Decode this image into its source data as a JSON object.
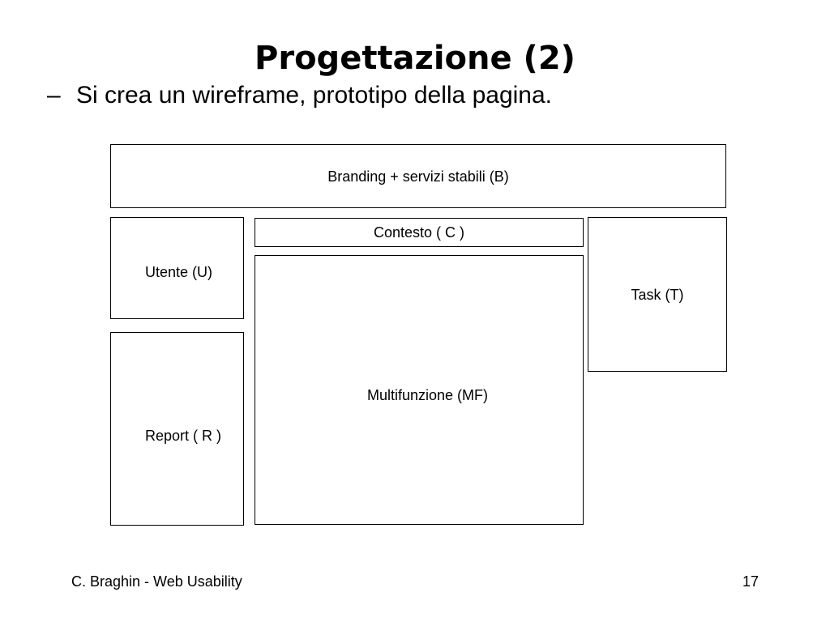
{
  "slide": {
    "title": "Progettazione (2)",
    "bullet_dash": "–",
    "bullet_text": "Si crea un wireframe, prototipo della pagina."
  },
  "wireframe": {
    "branding": "Branding + servizi stabili (B)",
    "context": "Contesto ( C )",
    "user": "Utente (U)",
    "task": "Task (T)",
    "multifunction": "Multifunzione (MF)",
    "report": "Report ( R )"
  },
  "footer": {
    "author": "C. Braghin - Web Usability",
    "page_number": "17"
  }
}
